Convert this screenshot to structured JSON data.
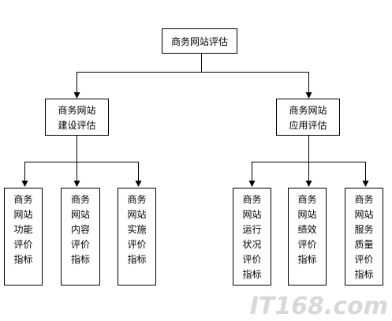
{
  "diagram": {
    "root": {
      "lines": [
        "商务网站评估"
      ]
    },
    "level1": [
      {
        "lines": [
          "商务网站",
          "建设评估"
        ]
      },
      {
        "lines": [
          "商务网站",
          "应用评估"
        ]
      }
    ],
    "level2": [
      {
        "lines": [
          "商务",
          "网站",
          "功能",
          "评价",
          "指标"
        ]
      },
      {
        "lines": [
          "商务",
          "网站",
          "内容",
          "评价",
          "指标"
        ]
      },
      {
        "lines": [
          "商务",
          "网站",
          "实施",
          "评价",
          "指标"
        ]
      },
      {
        "lines": [
          "商务",
          "网站",
          "运行",
          "状况",
          "评价",
          "指标"
        ]
      },
      {
        "lines": [
          "商务",
          "网站",
          "绩效",
          "评价",
          "指标"
        ]
      },
      {
        "lines": [
          "商务",
          "网站",
          "服务",
          "质量",
          "评价",
          "指标"
        ]
      }
    ],
    "watermark": "IT168.com"
  }
}
